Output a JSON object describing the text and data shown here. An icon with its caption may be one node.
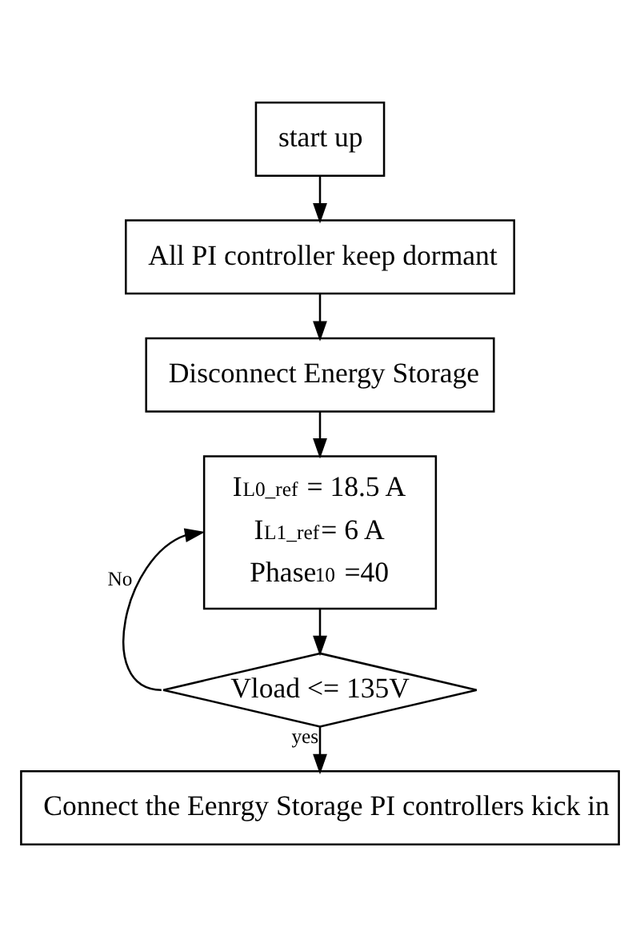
{
  "diagram": {
    "nodes": [
      {
        "text": [
          "start up"
        ]
      },
      {
        "text": [
          "All PI controller keep dormant"
        ]
      },
      {
        "text": [
          "Disconnect Energy Storage"
        ]
      },
      {
        "text": [
          "I$_{L0_ref}$ = 18.5 A",
          "I$_{L1_ref}$= 6 A",
          "Phase$_{10}$ =40"
        ]
      },
      {
        "text": [
          "Vload <= 135V"
        ]
      },
      {
        "text": [
          "Connect the Eenrgy Storage PI controllers kick in"
        ]
      }
    ],
    "edges": [
      {
        "from": 0,
        "to": 1,
        "arrow": "to"
      },
      {
        "from": 1,
        "to": 2,
        "arrow": "to"
      },
      {
        "from": 2,
        "to": 3,
        "arrow": "to"
      },
      {
        "from": 3,
        "to": 4,
        "arrow": "to"
      },
      {
        "from": 4,
        "to": 3,
        "arrow": "to",
        "label": "No"
      },
      {
        "from": 4,
        "to": 5,
        "arrow": "to",
        "label": "yes"
      }
    ]
  }
}
